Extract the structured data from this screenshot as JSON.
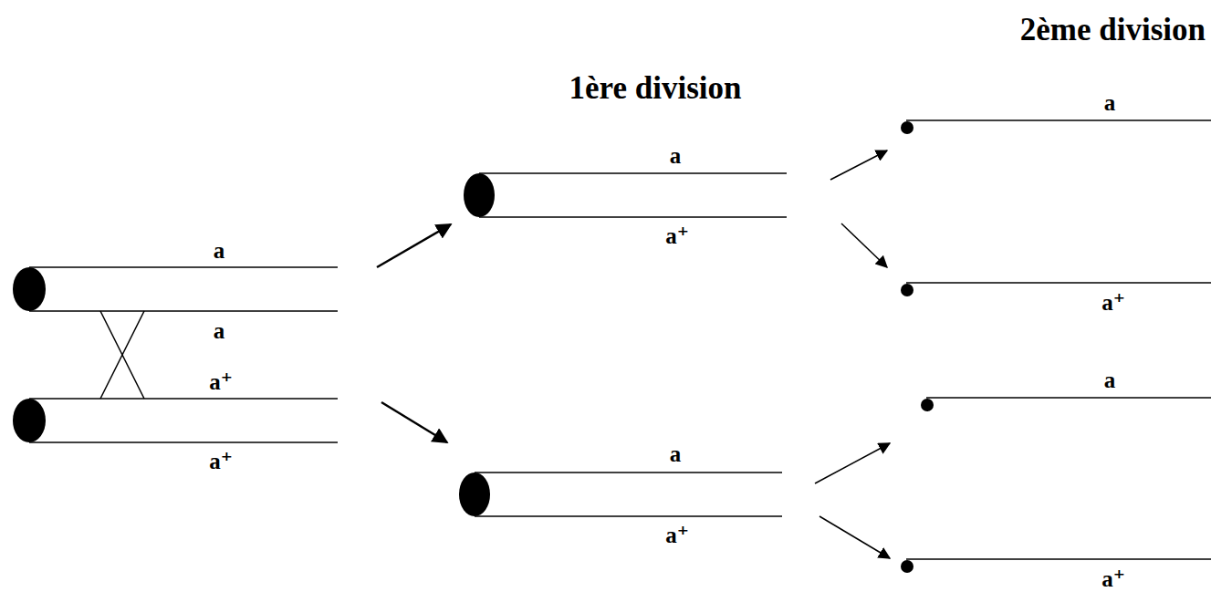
{
  "diagram": {
    "labels": [
      "2ème division",
      "1ère division",
      "a",
      "a",
      "a⁺",
      "a⁺",
      "a",
      "a⁺",
      "a",
      "a⁺",
      "a",
      "a⁺",
      "a",
      "a⁺"
    ]
  }
}
